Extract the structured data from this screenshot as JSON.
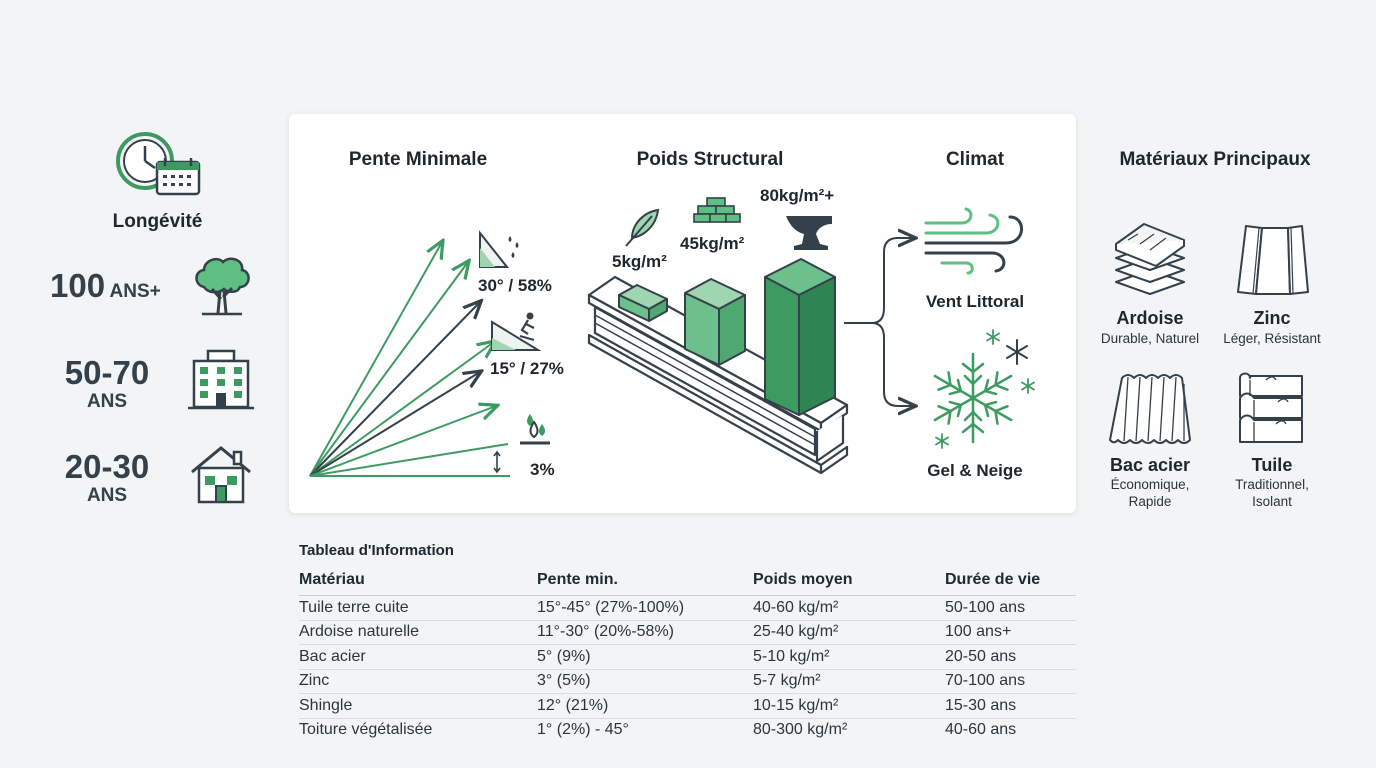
{
  "longevity": {
    "title": "Longévité",
    "items": [
      {
        "value": "100",
        "unit": "ANS+",
        "icon": "tree-icon"
      },
      {
        "value": "50-70",
        "unit": "ANS",
        "icon": "building-icon"
      },
      {
        "value": "20-30",
        "unit": "ANS",
        "icon": "house-icon"
      }
    ]
  },
  "slope": {
    "title": "Pente Minimale",
    "labels": [
      "30° / 58%",
      "15° / 27%",
      "3%"
    ]
  },
  "weight": {
    "title": "Poids Structural",
    "labels": [
      "5kg/m²",
      "45kg/m²",
      "80kg/m²+"
    ]
  },
  "climate": {
    "title": "Climat",
    "items": [
      "Vent Littoral",
      "Gel & Neige"
    ]
  },
  "materials": {
    "title": "Matériaux Principaux",
    "items": [
      {
        "name": "Ardoise",
        "desc": "Durable, Naturel",
        "icon": "slate-stack-icon"
      },
      {
        "name": "Zinc",
        "desc": "Léger, Résistant",
        "icon": "zinc-sheet-icon"
      },
      {
        "name": "Bac acier",
        "desc1": "Économique,",
        "desc2": "Rapide",
        "icon": "corrugated-steel-icon"
      },
      {
        "name": "Tuile",
        "desc1": "Traditionnel,",
        "desc2": "Isolant",
        "icon": "roof-tile-icon"
      }
    ]
  },
  "table": {
    "title": "Tableau d'Information",
    "headers": [
      "Matériau",
      "Pente min.",
      "Poids moyen",
      "Durée de vie"
    ],
    "rows": [
      [
        "Tuile terre cuite",
        "15°-45° (27%-100%)",
        "40-60 kg/m²",
        "50-100 ans"
      ],
      [
        "Ardoise naturelle",
        "11°-30° (20%-58%)",
        "25-40 kg/m²",
        "100 ans+"
      ],
      [
        "Bac acier",
        "5° (9%)",
        "5-10 kg/m²",
        "20-50 ans"
      ],
      [
        "Zinc",
        "3° (5%)",
        "5-7 kg/m²",
        "70-100 ans"
      ],
      [
        "Shingle",
        "12° (21%)",
        "10-15 kg/m²",
        "15-30 ans"
      ],
      [
        "Toiture végétalisée",
        "1° (2%) - 45°",
        "80-300 kg/m²",
        "40-60 ans"
      ]
    ]
  },
  "colors": {
    "accent": "#3d9b62",
    "dark": "#34414b"
  }
}
